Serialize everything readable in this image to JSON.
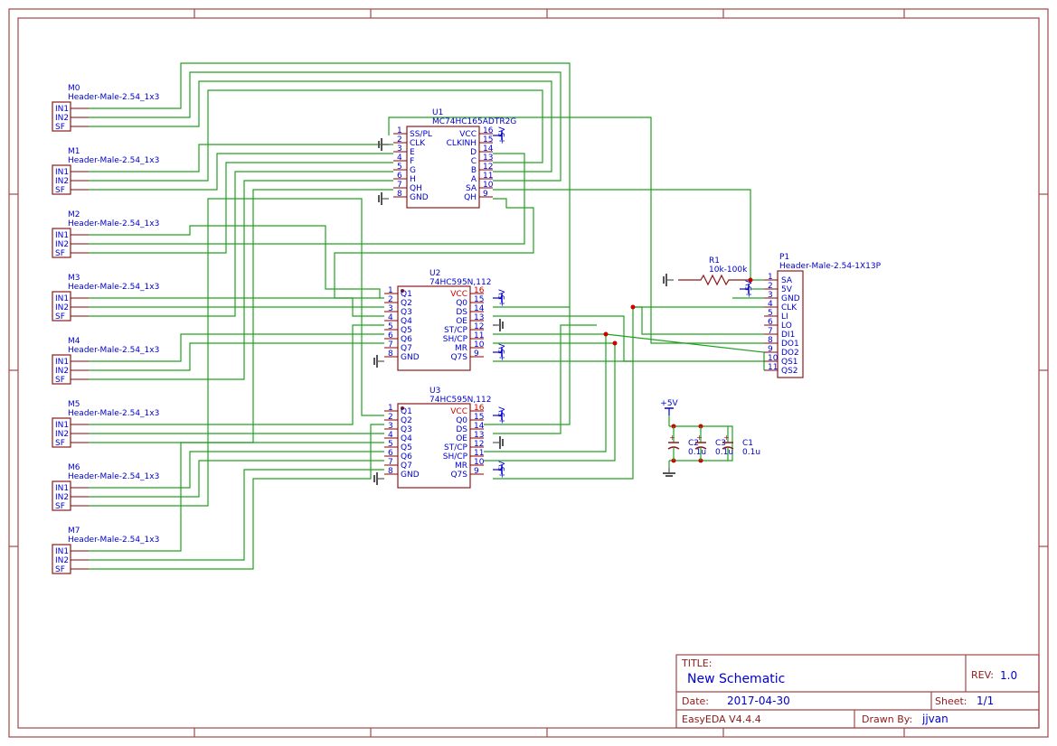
{
  "connectors": [
    {
      "ref": "M0",
      "value": "Header-Male-2.54_1x3",
      "pins": [
        "IN1",
        "IN2",
        "SF"
      ]
    },
    {
      "ref": "M1",
      "value": "Header-Male-2.54_1x3",
      "pins": [
        "IN1",
        "IN2",
        "SF"
      ]
    },
    {
      "ref": "M2",
      "value": "Header-Male-2.54_1x3",
      "pins": [
        "IN1",
        "IN2",
        "SF"
      ]
    },
    {
      "ref": "M3",
      "value": "Header-Male-2.54_1x3",
      "pins": [
        "IN1",
        "IN2",
        "SF"
      ]
    },
    {
      "ref": "M4",
      "value": "Header-Male-2.54_1x3",
      "pins": [
        "IN1",
        "IN2",
        "SF"
      ]
    },
    {
      "ref": "M5",
      "value": "Header-Male-2.54_1x3",
      "pins": [
        "IN1",
        "IN2",
        "SF"
      ]
    },
    {
      "ref": "M6",
      "value": "Header-Male-2.54_1x3",
      "pins": [
        "IN1",
        "IN2",
        "SF"
      ]
    },
    {
      "ref": "M7",
      "value": "Header-Male-2.54_1x3",
      "pins": [
        "IN1",
        "IN2",
        "SF"
      ]
    }
  ],
  "u1": {
    "ref": "U1",
    "value": "MC74HC165ADTR2G",
    "left": [
      [
        "1",
        "SS/PL"
      ],
      [
        "2",
        "CLK"
      ],
      [
        "3",
        "E"
      ],
      [
        "4",
        "F"
      ],
      [
        "5",
        "G"
      ],
      [
        "6",
        "H"
      ],
      [
        "7",
        "QH"
      ],
      [
        "8",
        "GND"
      ]
    ],
    "right": [
      [
        "16",
        "VCC"
      ],
      [
        "15",
        "CLKINH"
      ],
      [
        "14",
        "D"
      ],
      [
        "13",
        "C"
      ],
      [
        "12",
        "B"
      ],
      [
        "11",
        "A"
      ],
      [
        "10",
        "SA"
      ],
      [
        "9",
        "QH"
      ]
    ]
  },
  "u2": {
    "ref": "U2",
    "value": "74HC595N,112",
    "left": [
      [
        "1",
        "Q1"
      ],
      [
        "2",
        "Q2"
      ],
      [
        "3",
        "Q3"
      ],
      [
        "4",
        "Q4"
      ],
      [
        "5",
        "Q5"
      ],
      [
        "6",
        "Q6"
      ],
      [
        "7",
        "Q7"
      ],
      [
        "8",
        "GND"
      ]
    ],
    "right": [
      [
        "16",
        "VCC"
      ],
      [
        "15",
        "Q0"
      ],
      [
        "14",
        "DS"
      ],
      [
        "13",
        "OE"
      ],
      [
        "12",
        "ST/CP"
      ],
      [
        "11",
        "SH/CP"
      ],
      [
        "10",
        "MR"
      ],
      [
        "9",
        "Q7S"
      ]
    ]
  },
  "u3": {
    "ref": "U3",
    "value": "74HC595N,112",
    "left": [
      [
        "1",
        "Q1"
      ],
      [
        "2",
        "Q2"
      ],
      [
        "3",
        "Q3"
      ],
      [
        "4",
        "Q4"
      ],
      [
        "5",
        "Q5"
      ],
      [
        "6",
        "Q6"
      ],
      [
        "7",
        "Q7"
      ],
      [
        "8",
        "GND"
      ]
    ],
    "right": [
      [
        "16",
        "VCC"
      ],
      [
        "15",
        "Q0"
      ],
      [
        "14",
        "DS"
      ],
      [
        "13",
        "OE"
      ],
      [
        "12",
        "ST/CP"
      ],
      [
        "11",
        "SH/CP"
      ],
      [
        "10",
        "MR"
      ],
      [
        "9",
        "Q7S"
      ]
    ]
  },
  "p1": {
    "ref": "P1",
    "value": "Header-Male-2.54-1X13P",
    "pins": [
      [
        "1",
        "SA"
      ],
      [
        "2",
        "5V"
      ],
      [
        "3",
        "GND"
      ],
      [
        "4",
        "CLK"
      ],
      [
        "5",
        "LI"
      ],
      [
        "6",
        "LO"
      ],
      [
        "7",
        "DI1"
      ],
      [
        "8",
        "DO1"
      ],
      [
        "9",
        "DO2"
      ],
      [
        "10",
        "QS1"
      ],
      [
        "11",
        "QS2"
      ]
    ]
  },
  "r1": {
    "ref": "R1",
    "value": "10k-100k"
  },
  "caps": [
    {
      "ref": "C2",
      "value": "0.1u"
    },
    {
      "ref": "C3",
      "value": "0.1u"
    },
    {
      "ref": "C1",
      "value": "0.1u"
    }
  ],
  "power_label": "+5V",
  "title_block": {
    "title_label": "TITLE:",
    "title": "New Schematic",
    "rev_label": "REV:",
    "rev": "1.0",
    "date_label": "Date:",
    "date": "2017-04-30",
    "sheet_label": "Sheet:",
    "sheet": "1/1",
    "tool": "EasyEDA V4.4.4",
    "drawn_label": "Drawn By:",
    "drawn": "jjvan"
  },
  "colors": {
    "wire": "#22a022",
    "body": "#8b1a1a",
    "text": "#0000cc",
    "frame": "#a04848"
  }
}
